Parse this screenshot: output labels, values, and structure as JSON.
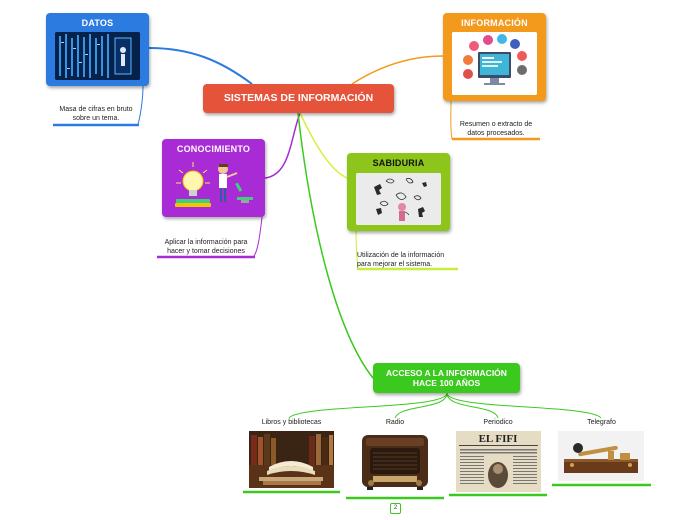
{
  "central": {
    "title": "SISTEMAS DE INFORMACIÓN"
  },
  "nodes": {
    "datos": {
      "title": "DATOS",
      "note": [
        "Masa de cifras en bruto",
        "sobre un tema."
      ]
    },
    "informacion": {
      "title": "INFORMACIÓN",
      "note": [
        "Resumen o extracto de",
        "datos procesados."
      ]
    },
    "conocimiento": {
      "title": "CONOCIMIENTO",
      "note": [
        "Aplicar la información para",
        "hacer y tomar decisiones"
      ]
    },
    "sabiduria": {
      "title": "SABIDURIA",
      "note": [
        "Utilización de la información",
        "para mejorar el sistema."
      ]
    },
    "acceso": {
      "title_lines": [
        "ACCESO A LA INFORMACIÓN",
        "HACE 100 AÑOS"
      ]
    }
  },
  "leaves": [
    {
      "label": "Libros y bibliotecas"
    },
    {
      "label": "Radio"
    },
    {
      "label": "Periodico"
    },
    {
      "label": "Telegrafo"
    }
  ],
  "newspaper_masthead": "EL FIFI",
  "collapsed_count": "2",
  "colors": {
    "central": "#e6533b",
    "datos": "#2b7be0",
    "informacion": "#f39a1c",
    "conocimiento": "#a82bd6",
    "sabiduria": "#8dc51a",
    "acceso": "#3cc91f",
    "sabiduria_underline": "#c8ee3a"
  }
}
